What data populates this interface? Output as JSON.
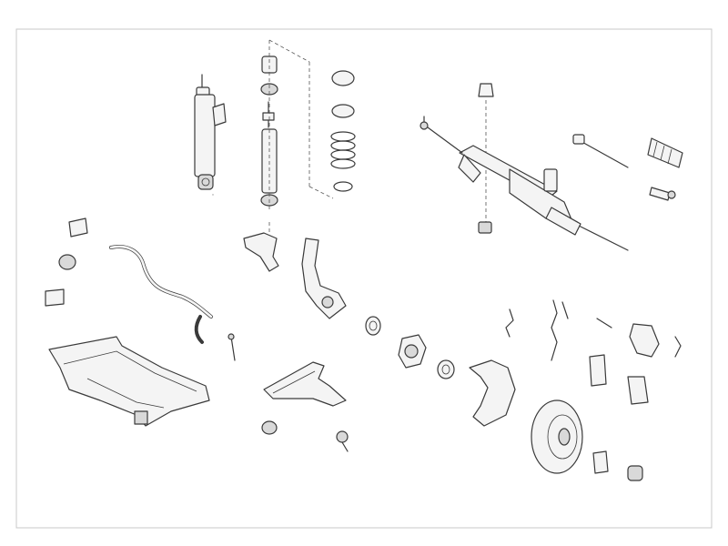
{
  "diagram": {
    "type": "exploded-parts-diagram",
    "subject": "front-suspension-and-steering-assembly",
    "parts": [
      "shock-absorber-left",
      "shock-absorber-right",
      "strut-mount-bumpers",
      "coil-spring-set",
      "steering-rack",
      "tie-rod-end-left",
      "tie-rod-inner",
      "steering-boot",
      "tie-rod-end-right",
      "stabilizer-bar",
      "stabilizer-bushings",
      "subframe",
      "steering-knuckle",
      "wheel-hub",
      "wheel-bearing",
      "brake-dust-shield",
      "brake-disc",
      "brake-caliper",
      "brake-pads",
      "brake-hoses",
      "wear-sensors",
      "control-arm-lower",
      "control-arm-upper",
      "ball-joint",
      "control-arm-bushing",
      "stabilizer-link",
      "rubber-mounts"
    ],
    "colors": {
      "line": "#3a3a3a",
      "fill": "#f4f4f4",
      "shade": "#d9d9d9",
      "frame": "#c8c8c8"
    }
  }
}
